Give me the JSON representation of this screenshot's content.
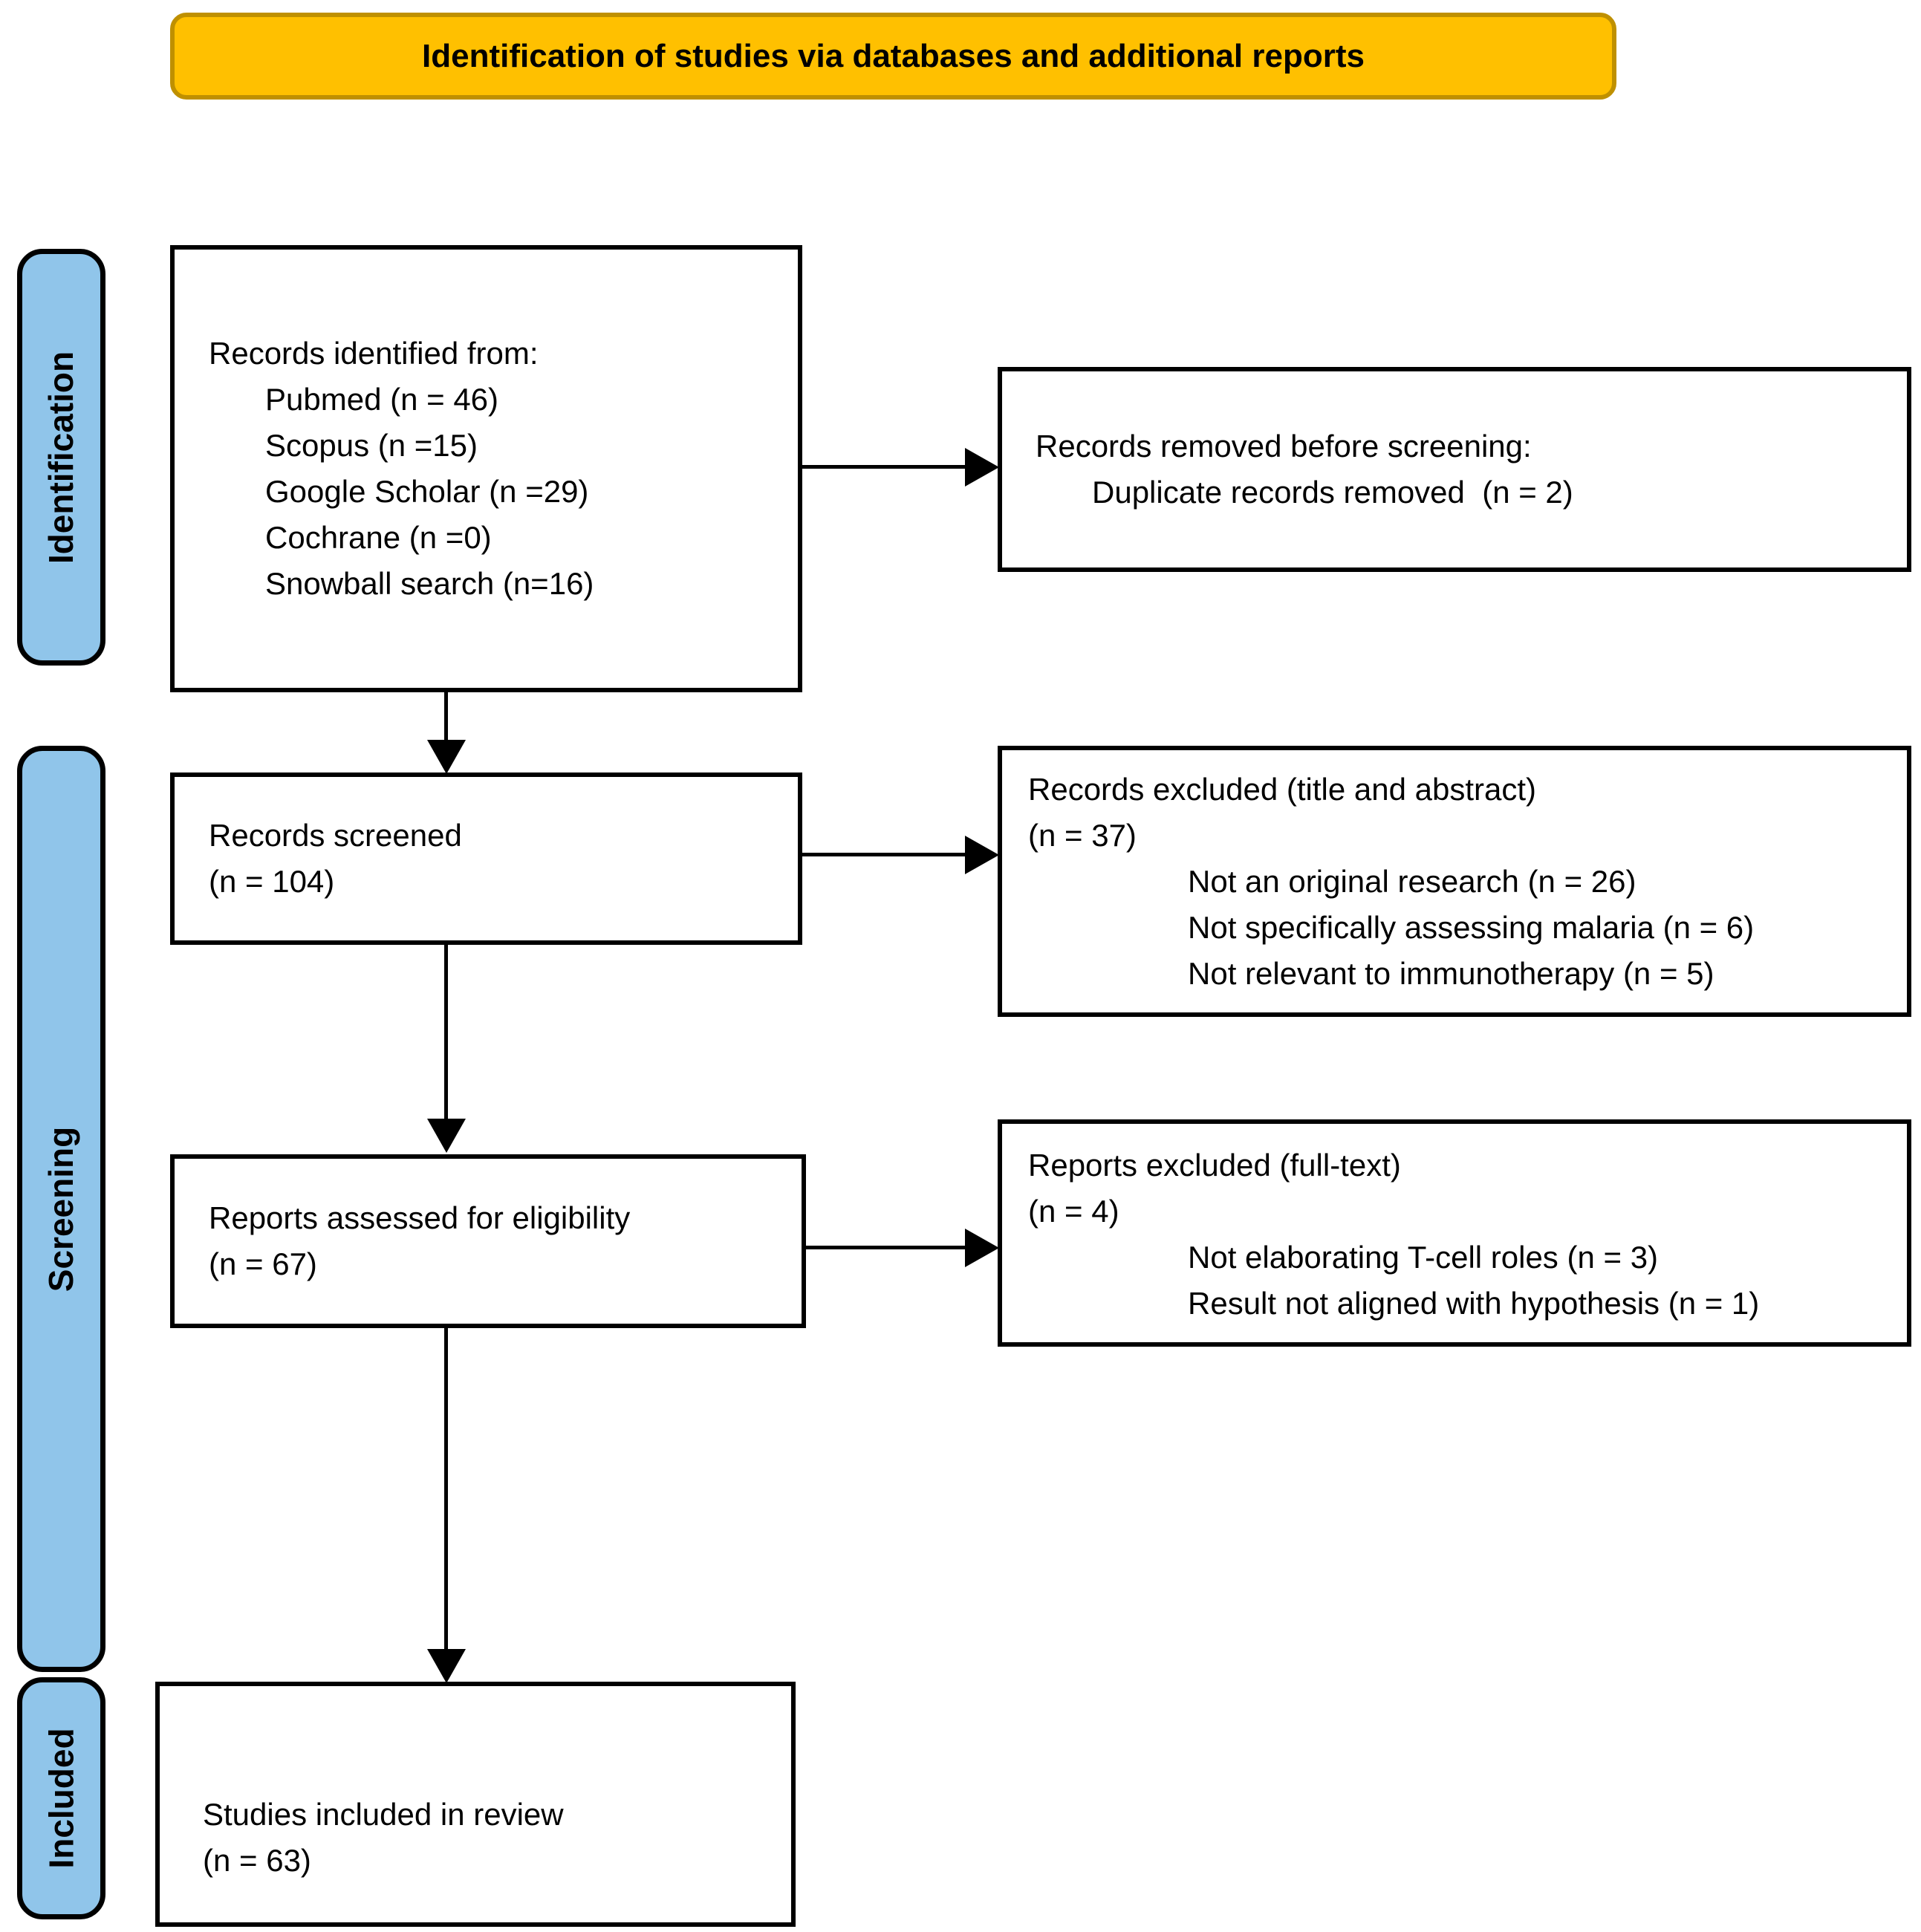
{
  "banner": {
    "title": "Identification of studies via databases and additional reports"
  },
  "stage_labels": {
    "identification": "Identification",
    "screening": "Screening",
    "included": "Included"
  },
  "boxes": {
    "records_identified": {
      "intro": "Records identified from:",
      "sources": [
        "Pubmed (n = 46)",
        "Scopus (n =15)",
        "Google Scholar (n =29)",
        "Cochrane (n =0)",
        "Snowball search (n=16)"
      ]
    },
    "records_removed": {
      "title": "Records removed before screening:",
      "items": [
        "Duplicate records removed  (n = 2)"
      ]
    },
    "records_screened": {
      "line1": "Records screened",
      "line2": "(n = 104)"
    },
    "records_excluded": {
      "title": "Records excluded (title and abstract)",
      "count": "(n = 37)",
      "reasons": [
        "Not an original research (n = 26)",
        "Not specifically assessing malaria (n = 6)",
        "Not relevant to immunotherapy (n = 5)"
      ]
    },
    "reports_assessed": {
      "line1": "Reports assessed for eligibility",
      "line2": "(n = 67)"
    },
    "reports_excluded": {
      "title": "Reports excluded (full-text)",
      "count": "(n = 4)",
      "reasons": [
        "Not elaborating T-cell roles (n = 3)",
        "Result not aligned with hypothesis (n = 1)"
      ]
    },
    "studies_included": {
      "line1": "Studies included in review",
      "line2": "(n = 63)"
    }
  },
  "colors": {
    "banner_fill": "#FFC000",
    "banner_border": "#BF9000",
    "stage_fill": "#90C5EA"
  }
}
